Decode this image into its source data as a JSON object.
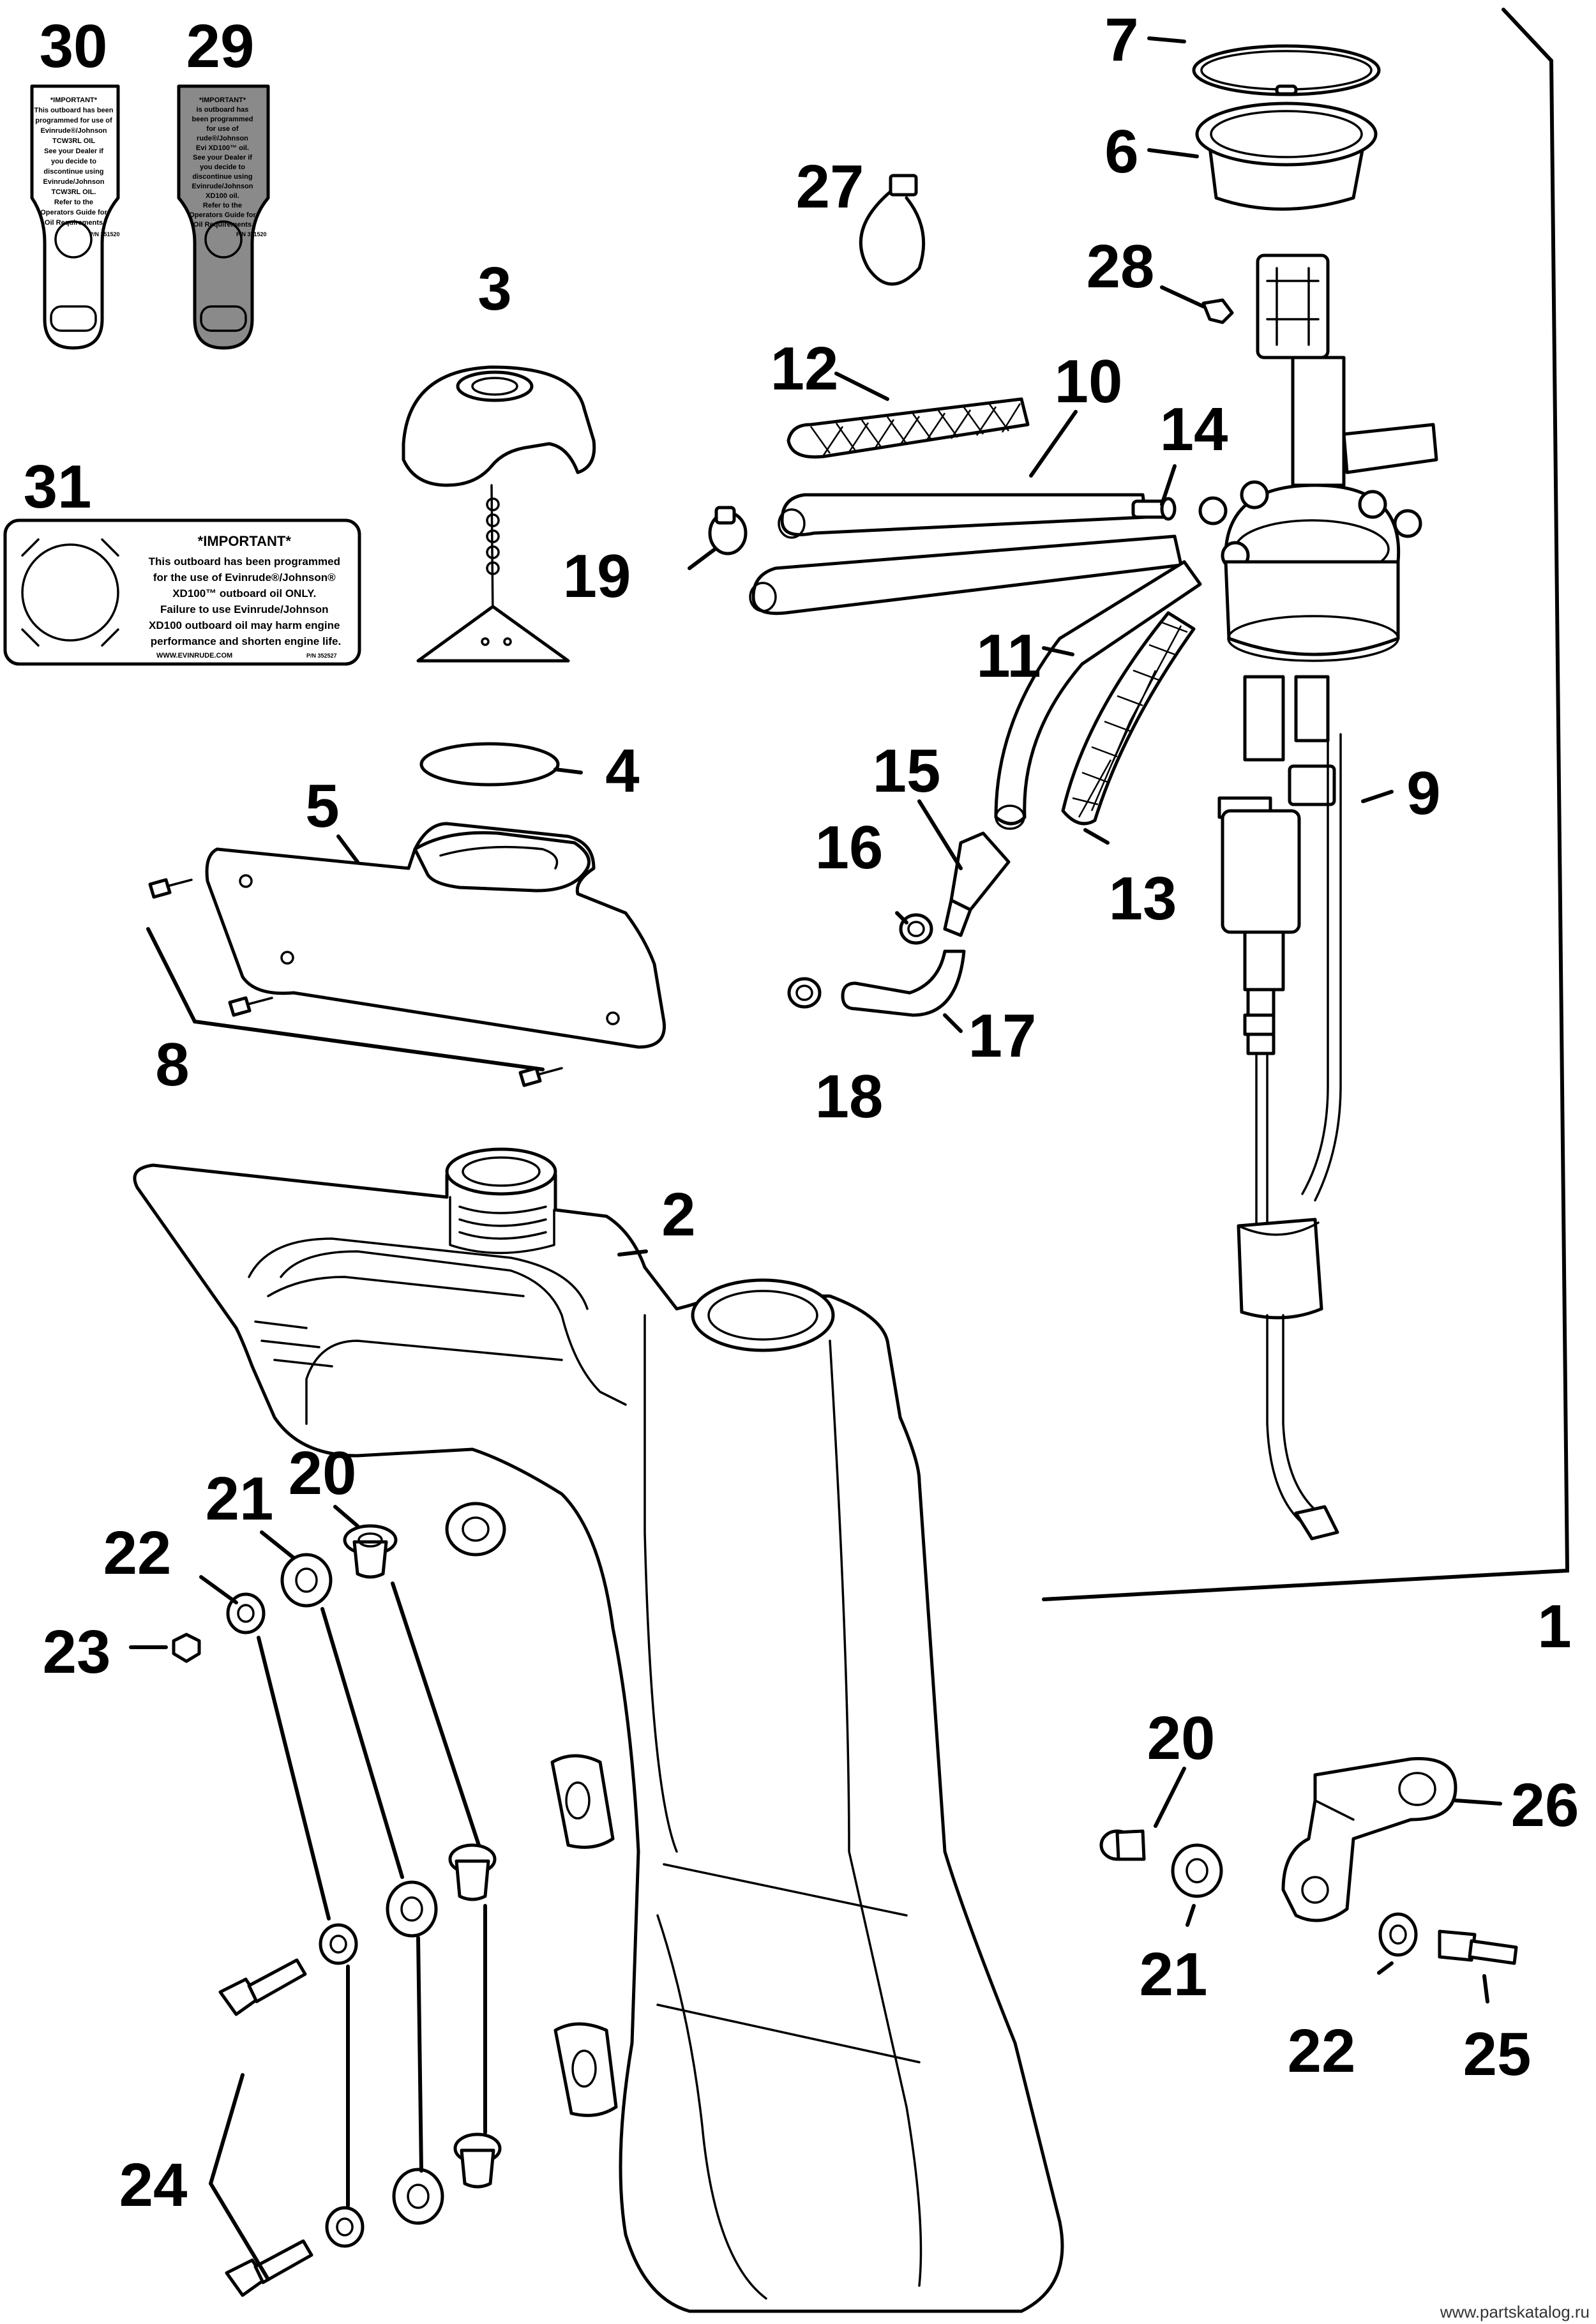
{
  "callouts": {
    "c1": "1",
    "c2": "2",
    "c3": "3",
    "c4": "4",
    "c5": "5",
    "c6": "6",
    "c7": "7",
    "c8": "8",
    "c9": "9",
    "c10": "10",
    "c11": "11",
    "c12": "12",
    "c13": "13",
    "c14": "14",
    "c15": "15",
    "c16": "16",
    "c17": "17",
    "c18": "18",
    "c19": "19",
    "c20a": "20",
    "c20b": "20",
    "c21a": "21",
    "c21b": "21",
    "c22a": "22",
    "c22b": "22",
    "c23": "23",
    "c24": "24",
    "c25": "25",
    "c26": "26",
    "c27": "27",
    "c28": "28",
    "c29": "29",
    "c30": "30",
    "c31": "31"
  },
  "decal30": {
    "l1": "*IMPORTANT*",
    "l2": "This outboard has been",
    "l3": "programmed for use of",
    "l4": "Evinrude®/Johnson",
    "l5": "TCW3RL OIL",
    "l6": "See your Dealer if",
    "l7": "you decide to",
    "l8": "discontinue using",
    "l9": "Evinrude/Johnson",
    "l10": "TCW3RL OIL.",
    "l11": "Refer to the",
    "l12": "Operators Guide for",
    "l13": "Oil Requirements.",
    "pn": "P/N 351520"
  },
  "decal29": {
    "l1": "*IMPORTANT*",
    "l2": "is outboard has",
    "l3": "been programmed",
    "l4": "for use of",
    "l5": "rude®/Johnson",
    "l6": "Evi XD100™ oil.",
    "l7": "See your Dealer if",
    "l8": "you decide to",
    "l9": "discontinue using",
    "l10": "Evinrude/Johnson",
    "l11": "XD100 oil.",
    "l12": "Refer to the",
    "l13": "Operators Guide for",
    "l14": "Oil Requirements.",
    "pn": "P/N 351520"
  },
  "decal31": {
    "l1": "*IMPORTANT*",
    "l2": "This outboard has been programmed",
    "l3": "for the use of Evinrude®/Johnson®",
    "l4": "XD100™ outboard oil ONLY.",
    "l5": "Failure to use Evinrude/Johnson",
    "l6": "XD100 outboard oil may harm engine",
    "l7": "performance and shorten engine life.",
    "l8": "WWW.EVINRUDE.COM",
    "pn": "P/N 352527"
  },
  "watermark": "www.partskatalog.ru"
}
